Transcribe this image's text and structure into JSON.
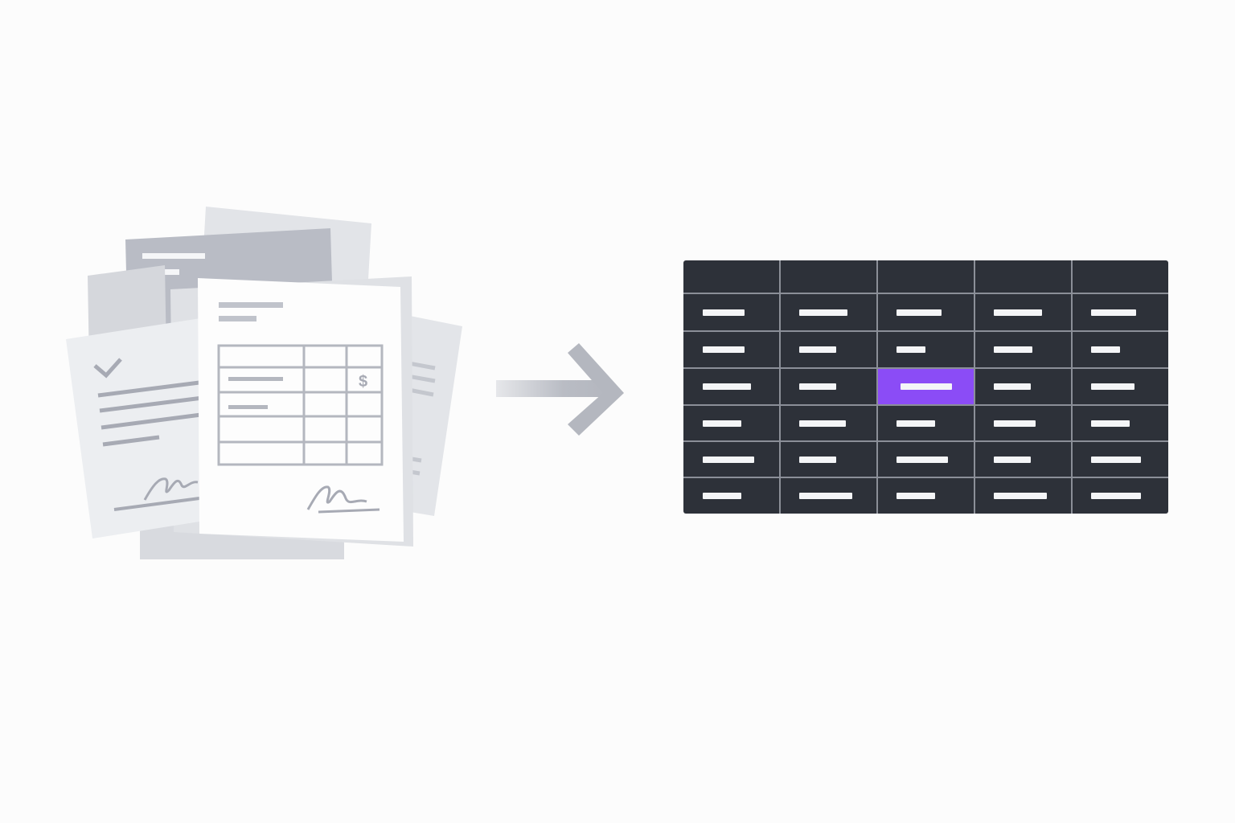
{
  "illustration": {
    "invoice_currency_symbol": "$",
    "colors": {
      "background": "#fcfcfc",
      "paper_light": "#f1f2f4",
      "paper_mid": "#dcdee3",
      "paper_dark": "#b9bcc5",
      "ink": "#a7aab4",
      "arrow": "#b4b7bf",
      "table_bg": "#2d3139",
      "table_grid": "#8b8f98",
      "cell_placeholder": "#f4f5f7",
      "highlight": "#8b4cf6"
    },
    "icons": [
      "checkmark-icon",
      "signature-icon",
      "dollar-icon",
      "arrow-right-icon"
    ],
    "table": {
      "columns": 5,
      "header_rows": 1,
      "data_rows": 6,
      "highlighted_cell": {
        "row": 3,
        "column": 3
      }
    }
  }
}
